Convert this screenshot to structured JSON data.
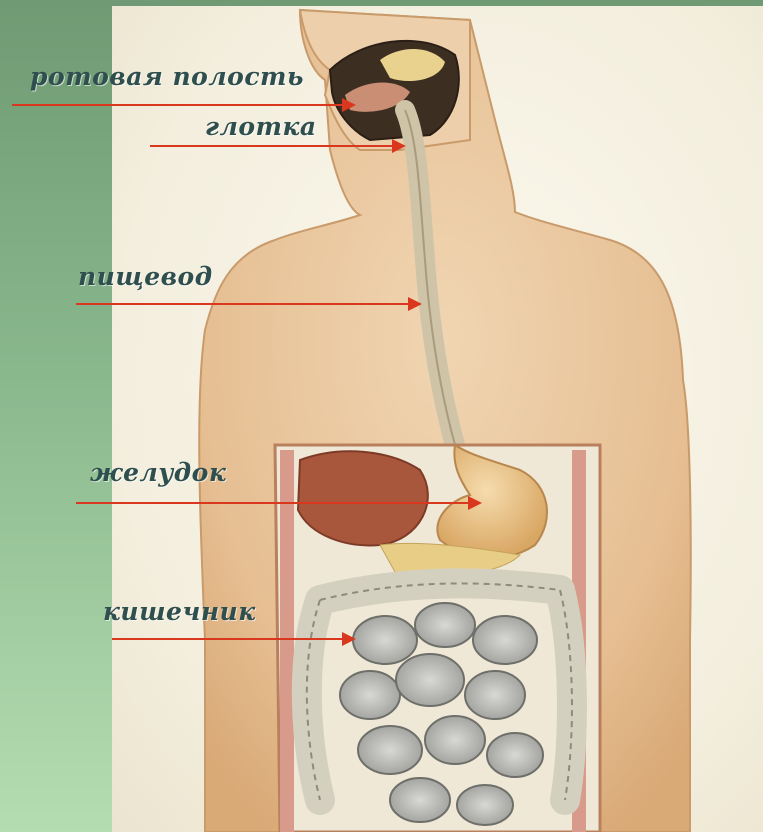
{
  "labels": {
    "mouth": "ротовая полость",
    "pharynx": "глотка",
    "esophagus": "пищевод",
    "stomach": "желудок",
    "intestine": "кишечник"
  },
  "colors": {
    "label_text": "#2f4f4f",
    "arrow": "#d9381e",
    "side_band": "#8ab88d",
    "skin": "#e9c9a3"
  }
}
